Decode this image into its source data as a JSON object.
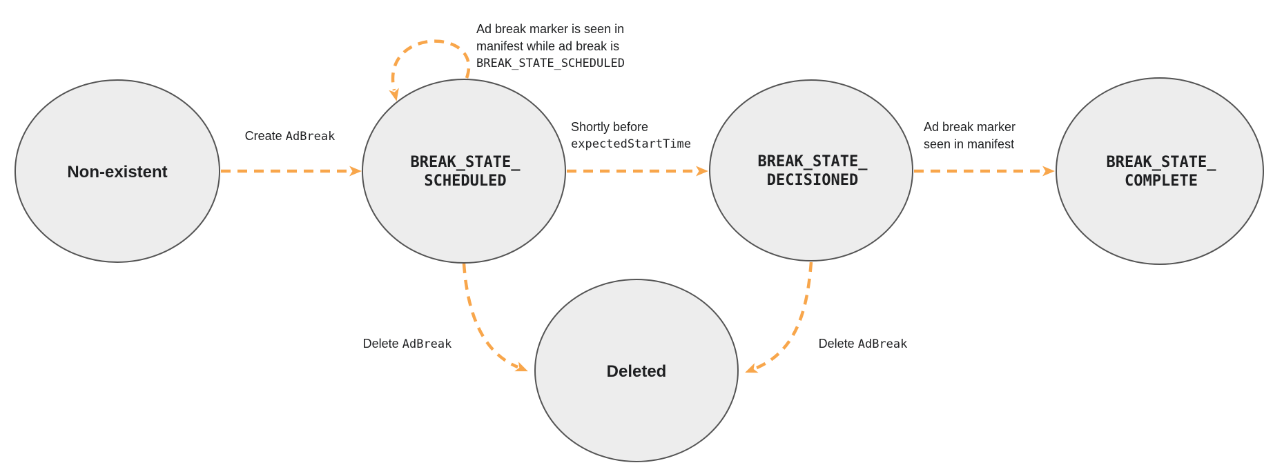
{
  "colors": {
    "accent": "#F8A64B",
    "node_fill": "#EDEDED",
    "node_stroke": "#545454",
    "text": "#1E1F21",
    "bg": "#FFFFFF"
  },
  "nodes": {
    "non_existent": {
      "label": "Non-existent"
    },
    "scheduled": {
      "label": "BREAK_STATE_\nSCHEDULED"
    },
    "decisioned": {
      "label": "BREAK_STATE_\nDECISIONED"
    },
    "complete": {
      "label": "BREAK_STATE_\nCOMPLETE"
    },
    "deleted": {
      "label": "Deleted"
    }
  },
  "edges": {
    "create": {
      "text": "Create",
      "code": "AdBreak"
    },
    "self_loop": {
      "line1": "Ad break marker is seen in",
      "line2": "manifest while ad break is",
      "code": "BREAK_STATE_SCHEDULED"
    },
    "shortly": {
      "text": "Shortly before",
      "code": "expectedStartTime"
    },
    "marker_seen": {
      "line1": "Ad break marker",
      "line2": "seen in manifest"
    },
    "delete_left": {
      "text": "Delete",
      "code": "AdBreak"
    },
    "delete_right": {
      "text": "Delete",
      "code": "AdBreak"
    }
  }
}
